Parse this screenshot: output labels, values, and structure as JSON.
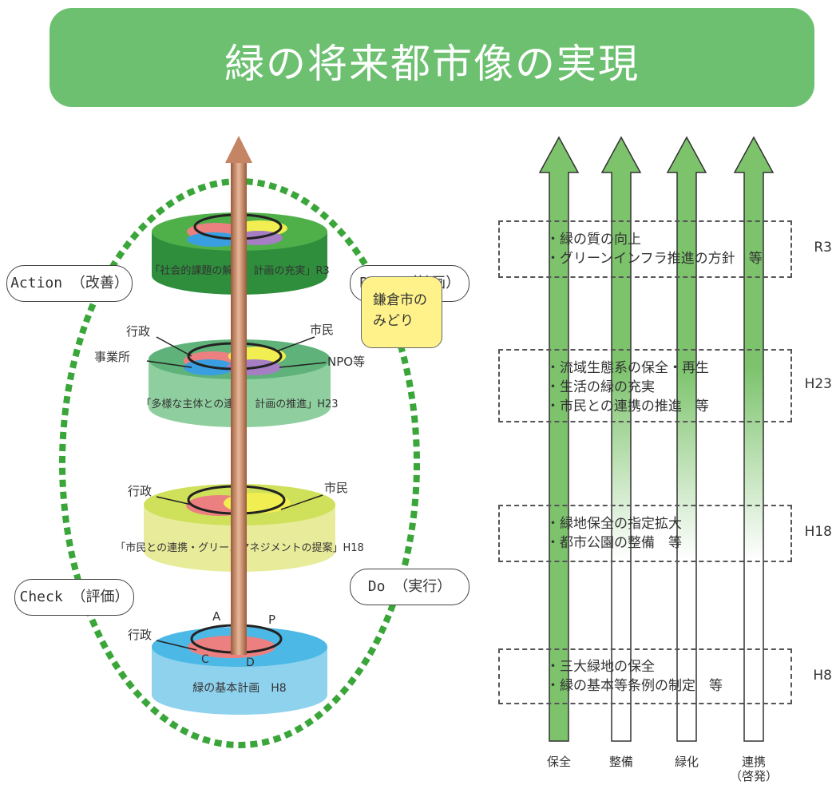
{
  "title": "緑の将来都市像の実現",
  "cycle": {
    "action": "Action （改善）",
    "plan": "Plan （計画）",
    "check": "Check （評価）",
    "do": "Do （実行）"
  },
  "callout": {
    "line1": "鎌倉市の",
    "line2": "みどり"
  },
  "discs": {
    "r3": {
      "label": "「社会的課題の解決　計画の充実」R3",
      "color": "#2e8e3c"
    },
    "h23": {
      "label": "「多様な主体との連携　計画の推進」H23",
      "actors": {
        "gyosei": "行政",
        "jigyosho": "事業所",
        "shimin": "市民",
        "npo": "NPO等"
      },
      "color": "#8fcf9f"
    },
    "h18": {
      "label": "「市民との連携・グリーンマネジメントの提案」H18",
      "actors": {
        "gyosei": "行政",
        "shimin": "市民"
      },
      "color": "#e3e87a"
    },
    "h8": {
      "label": "緑の基本計画　H8",
      "actors": {
        "gyosei": "行政"
      },
      "pdca": {
        "a": "A",
        "p": "P",
        "c": "C",
        "d": "D"
      },
      "color": "#8fd2ee"
    }
  },
  "policy_boxes": [
    {
      "year": "R3",
      "items": [
        "・緑の質の向上",
        "・グリーンインフラ推進の方針　等"
      ]
    },
    {
      "year": "H23",
      "items": [
        "・流域生態系の保全・再生",
        "・生活の緑の充実",
        "・市民との連携の推進　等"
      ]
    },
    {
      "year": "H18",
      "items": [
        "・緑地保全の指定拡大",
        "・都市公園の整備　等"
      ]
    },
    {
      "year": "H8",
      "items": [
        "・三大緑地の保全",
        "・緑の基本等条例の制定　等"
      ]
    }
  ],
  "columns": [
    {
      "label": "保全",
      "fill": 1.0
    },
    {
      "label": "整備",
      "fill": 0.3
    },
    {
      "label": "緑化",
      "fill": 0.3
    },
    {
      "label": "連携",
      "sub": "（啓発）",
      "fill": 0.3
    }
  ],
  "colors": {
    "banner": "#6cc070",
    "dashed_ellipse": "#3aa63a",
    "arrow_green": "#7cc36c",
    "callout": "#fff28a"
  }
}
